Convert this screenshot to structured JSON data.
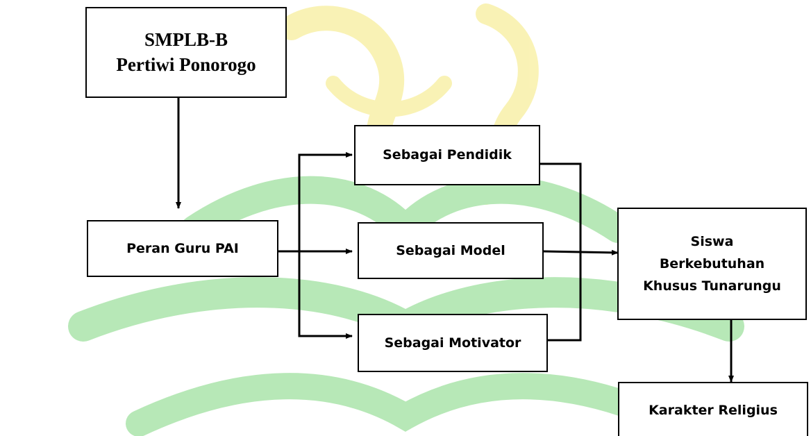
{
  "colors": {
    "watermark_green": "#7ed67e",
    "watermark_yellow": "#f5e97a",
    "line": "#000000",
    "box_fill": "#ffffff"
  },
  "nodes": {
    "school": {
      "lines": [
        "SMPLB-B",
        "Pertiwi Ponorogo"
      ]
    },
    "role": {
      "label": "Peran Guru PAI"
    },
    "educator": {
      "label": "Sebagai Pendidik"
    },
    "model": {
      "label": "Sebagai Model"
    },
    "motivator": {
      "label": "Sebagai Motivator"
    },
    "students": {
      "lines": [
        "Siswa",
        "Berkebutuhan",
        "Khusus Tunarungu"
      ]
    },
    "character": {
      "label": "Karakter Religius"
    }
  }
}
